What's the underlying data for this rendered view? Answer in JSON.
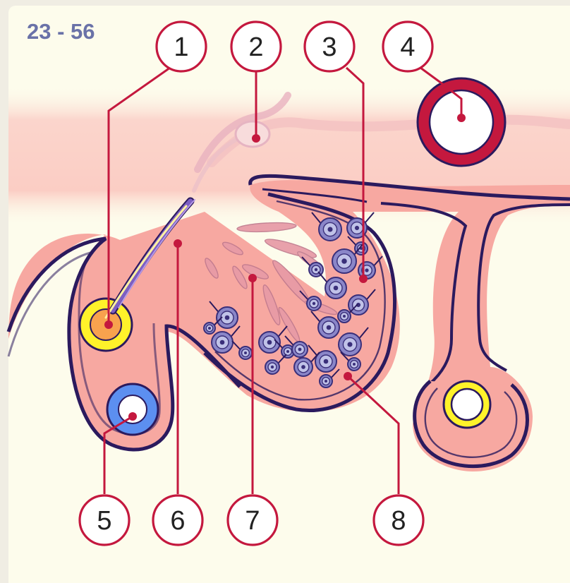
{
  "figure": {
    "id_label": "23 - 56"
  },
  "callouts": [
    {
      "number": "1"
    },
    {
      "number": "2"
    },
    {
      "number": "3"
    },
    {
      "number": "4"
    },
    {
      "number": "5"
    },
    {
      "number": "6"
    },
    {
      "number": "7"
    },
    {
      "number": "8"
    }
  ],
  "colors": {
    "background": "#fdfcec",
    "tissue": "#f7a8a1",
    "tissue_outline": "#2b1a5e",
    "leader_line": "#c4183e",
    "callout_stroke": "#c4183e",
    "figure_id": "#6a72a8",
    "vessel_red": "#c4183e",
    "vessel_blue": "#5c8ff0",
    "vessel_yellow": "#fff22a",
    "vessel_orange": "#f8a24e"
  }
}
